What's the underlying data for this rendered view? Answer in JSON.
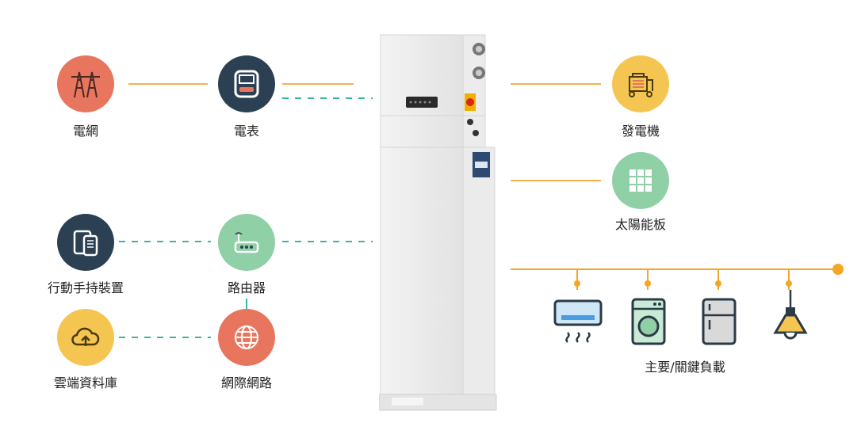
{
  "colors": {
    "ac_line": "#f7b24a",
    "dc_line": "#3bb3a6",
    "grid": "#e8755e",
    "meter": "#2b4153",
    "generator": "#f4c550",
    "solar": "#8fd0a6",
    "mobile": "#2b4153",
    "router": "#8fd0a6",
    "cloud": "#f4c550",
    "internet": "#e8755e",
    "load_bus": "#f6a623"
  },
  "labels": {
    "grid": "電網",
    "meter": "電表",
    "generator": "發電機",
    "solar": "太陽能板",
    "mobile": "行動手持裝置",
    "router": "路由器",
    "cloud": "雲端資料庫",
    "internet": "網際網路",
    "loads": "主要/關鍵負載"
  },
  "icons": {
    "grid": "power-tower-icon",
    "meter": "electric-meter-icon",
    "generator": "generator-icon",
    "solar": "solar-panel-icon",
    "mobile": "mobile-devices-icon",
    "router": "router-icon",
    "cloud": "cloud-upload-icon",
    "internet": "globe-icon",
    "loads": [
      "air-conditioner-icon",
      "washing-machine-icon",
      "refrigerator-icon",
      "lamp-icon"
    ]
  }
}
